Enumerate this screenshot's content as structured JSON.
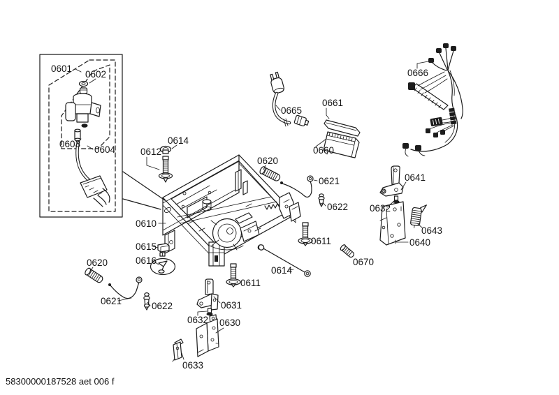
{
  "colors": {
    "line": "#1c1c1c",
    "background": "#ffffff"
  },
  "footer": {
    "doc_code": "58300000187528 aet 006 f"
  },
  "callouts": {
    "group_0601": "0601",
    "seal_0602": "0602",
    "valve_0603": "0603",
    "hose_0604": "0604",
    "screw_0612": "0612",
    "nut_0614": "0614",
    "pin_0620_top": "0620",
    "cord_0665": "0665",
    "strip_0661": "0661",
    "panel_0660": "0660",
    "harness_0666": "0666",
    "wire_0621_top": "0621",
    "clip_0622_top": "0622",
    "bracket_0641": "0641",
    "screw_0632_right": "0632",
    "base_0610": "0610",
    "damper_0643": "0643",
    "bracket_0640": "0640",
    "clip_0615": "0615",
    "screw_0611_right": "0611",
    "kit_0616": "0616",
    "pin_0670": "0670",
    "wire_0614_long": "0614",
    "pin_0620_left": "0620",
    "screw_0611_left": "0611",
    "wire_0621_bottom": "0621",
    "clip_0622_bottom": "0622",
    "bracket_0631": "0631",
    "screw_0632_bottom": "0632",
    "bracket_0630": "0630",
    "bracket_0633": "0633"
  }
}
